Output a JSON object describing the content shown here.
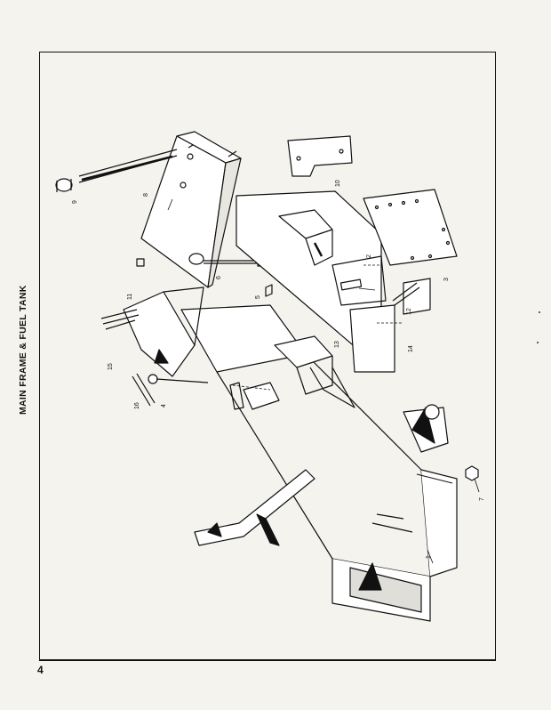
{
  "section_title": "MAIN FRAME & FUEL TANK",
  "page_number": "4",
  "callouts": {
    "c1": "1",
    "c2": "2",
    "c3": "3",
    "c4": "4",
    "c5": "5",
    "c6": "6",
    "c7": "7",
    "c8": "8",
    "c9": "9",
    "c10": "10",
    "c11": "11",
    "c12": "12",
    "c13": "13",
    "c14": "14",
    "c15": "15",
    "c16": "16"
  }
}
